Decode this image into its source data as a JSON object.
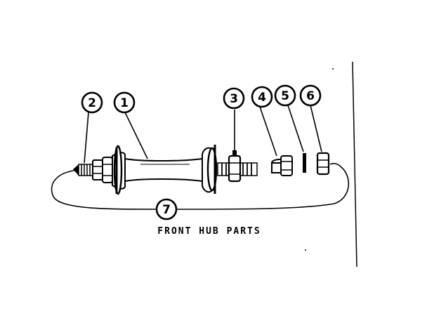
{
  "diagram": {
    "caption": "FRONT HUB PARTS",
    "callouts": [
      "1",
      "2",
      "3",
      "4",
      "5",
      "6",
      "7"
    ]
  }
}
